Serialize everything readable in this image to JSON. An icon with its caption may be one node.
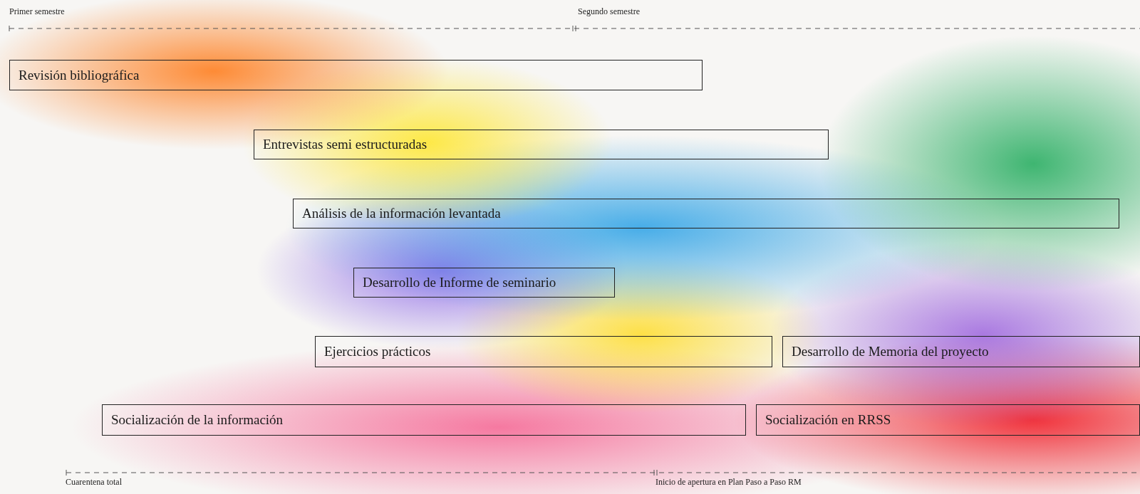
{
  "diagram": {
    "nodes": [
      {
        "text": [
          "Revisión bibliográfica"
        ]
      },
      {
        "text": [
          "Entrevistas semi estructuradas"
        ]
      },
      {
        "text": [
          "Análisis de la información levantada"
        ]
      },
      {
        "text": [
          "Desarrollo de Informe de seminario"
        ]
      },
      {
        "text": [
          "Ejercicios prácticos"
        ]
      },
      {
        "text": [
          "Desarrollo de Memoria del proyecto"
        ]
      },
      {
        "text": [
          "Socialización de la información"
        ]
      },
      {
        "text": [
          "Socialización en RRSS"
        ]
      }
    ],
    "labels": [
      "Primer semestre",
      "Segundo semestre",
      "Cuarentena total",
      "Inicio de apertura en Plan Paso a Paso RM"
    ]
  }
}
